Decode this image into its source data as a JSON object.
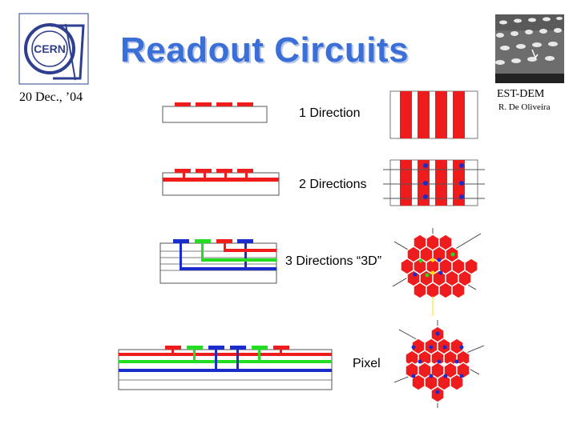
{
  "header": {
    "title": "Readout Circuits",
    "date": "20 Dec., ’04",
    "department": "EST-DEM",
    "author": "R. De Oliveira",
    "logo_text": "CERN"
  },
  "rows": [
    {
      "label": "1 Direction"
    },
    {
      "label": "2 Directions"
    },
    {
      "label": "3 Directions “3D”"
    },
    {
      "label": "Pixel"
    }
  ],
  "colors": {
    "title": "#3a6fd8",
    "logo": "#2e3f8f",
    "red": "#ee1c1c",
    "green": "#22dd22",
    "blue": "#1a2ccc",
    "grey": "#999999"
  }
}
